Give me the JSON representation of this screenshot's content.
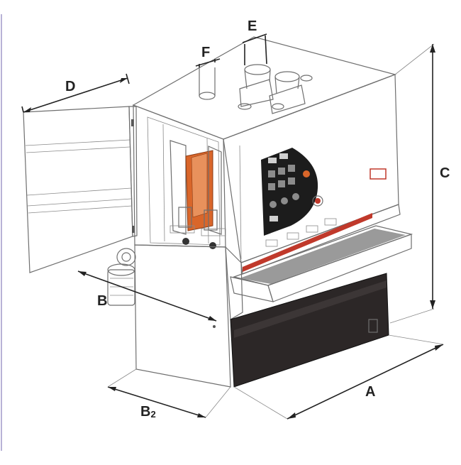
{
  "diagram": {
    "dimension_labels": {
      "a": "A",
      "b": "B",
      "b2_main": "B",
      "b2_sub": "2",
      "c": "C",
      "d": "D",
      "e": "E",
      "f": "F"
    },
    "colors": {
      "panel_light": "#efefef",
      "panel_mid": "#dcdcdc",
      "panel_dark": "#2c2727",
      "control_panel": "#1c1c1c",
      "accent_red": "#c0392b",
      "accent_orange": "#d9662a",
      "left_rule": "#b8b2d6"
    }
  }
}
